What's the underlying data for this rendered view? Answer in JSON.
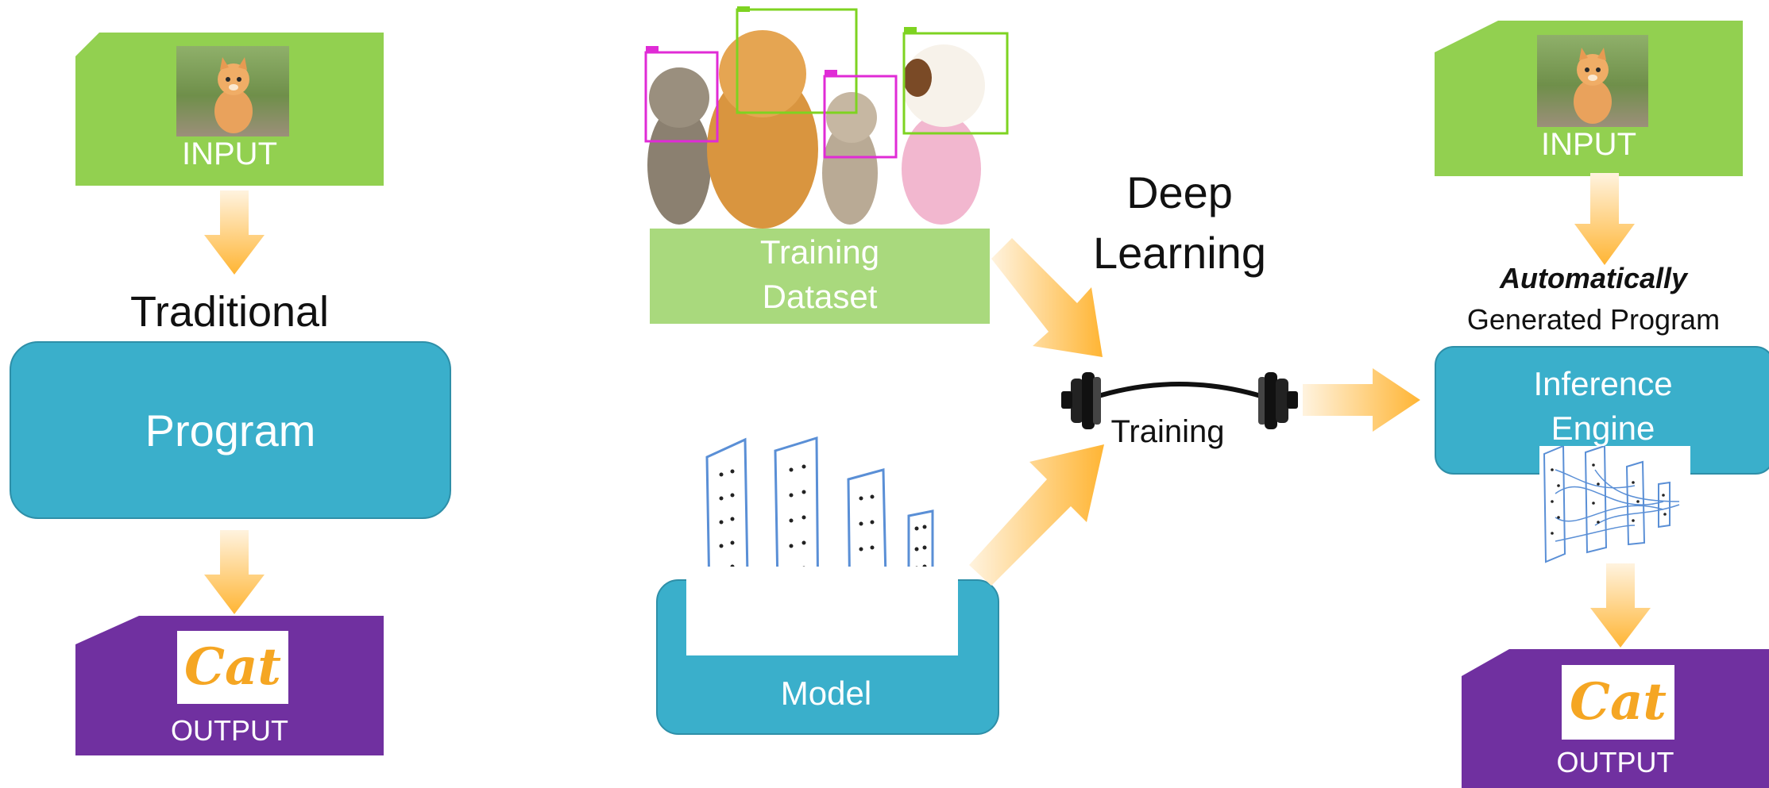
{
  "traditional": {
    "input_label": "INPUT",
    "title": "Traditional",
    "program_label": "Program",
    "output_label": "OUTPUT",
    "output_word": "Cat"
  },
  "middle": {
    "training_dataset_label": "Training\nDataset",
    "model_label": "Model",
    "training_label": "Training",
    "deep_learning_label": "Deep\nLearning"
  },
  "right": {
    "input_label": "INPUT",
    "auto_label": "Automatically",
    "generated_label": "Generated Program",
    "engine_label": "Inference\nEngine",
    "output_label": "OUTPUT",
    "output_word": "Cat"
  },
  "colors": {
    "green": "#92d050",
    "light_green": "#a9d97d",
    "purple": "#7030a0",
    "teal": "#3aafcb",
    "arrow": "#ffb94a"
  },
  "icons": [
    "cat-photo",
    "dog-cat-photo",
    "barbell-icon",
    "neural-net-icon",
    "arrow-down-icon",
    "arrow-right-icon"
  ]
}
